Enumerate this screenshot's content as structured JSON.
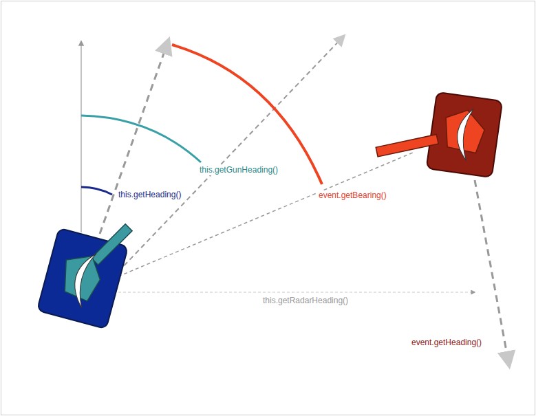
{
  "diagram": {
    "labels": [
      "this.getHeading()",
      "this.getGunHeading()",
      "event.getBearing()",
      "this.getRadarHeading()",
      "event.getHeading()"
    ]
  }
}
